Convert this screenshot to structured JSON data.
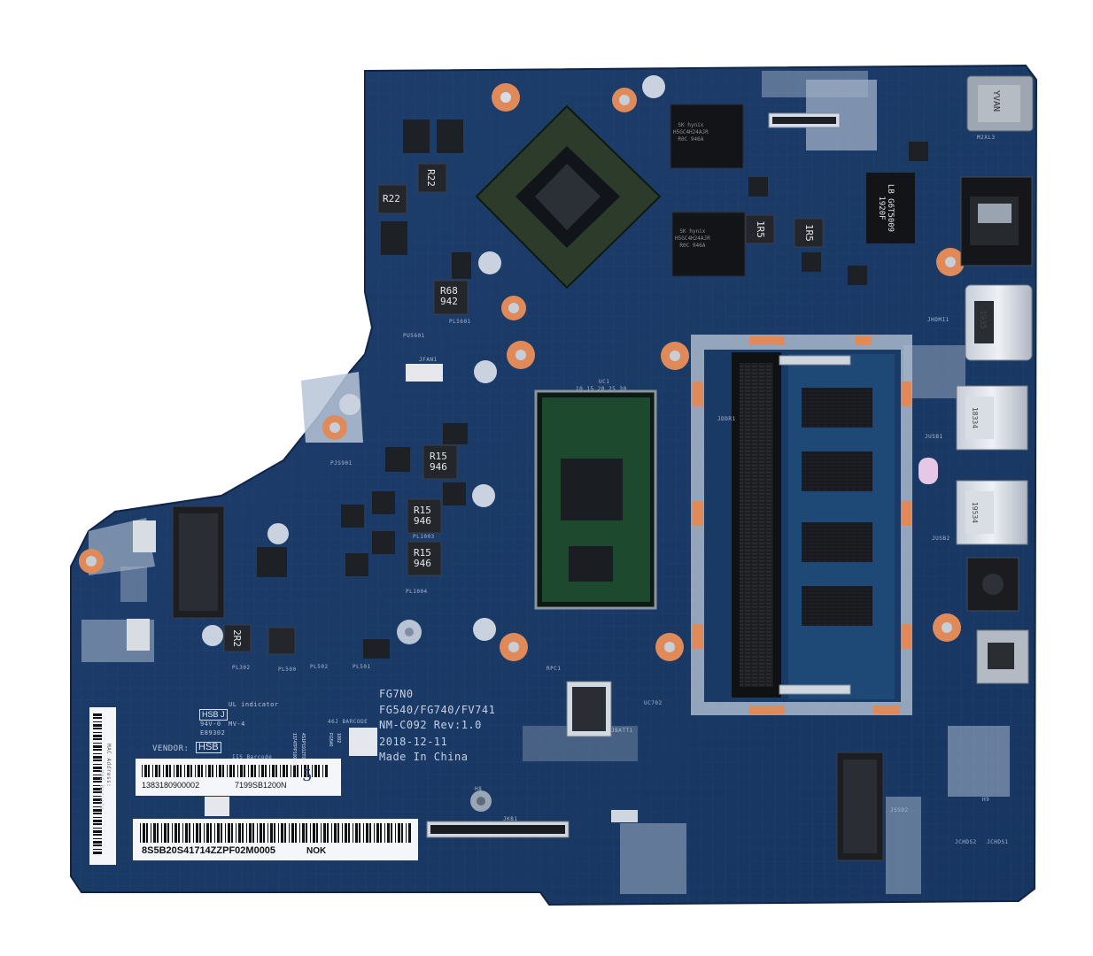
{
  "board": {
    "model_line_1": "FG7N0",
    "model_line_2": "FG540/FG740/FV741",
    "model_line_3": "NM-C092 Rev:1.0",
    "date": "2018-12-11",
    "origin": "Made In China"
  },
  "silkscreen": {
    "ul_indicator": "UL indicator",
    "hsb_j": "HSB J",
    "rating_1": "94V-0",
    "rating_2": "MV-4",
    "ul_code": "E89302",
    "vendor_label": "VENDOR:",
    "vendor_value": "HSB",
    "iis_barcode": "IIS Barcode",
    "barcode_46j": "46J BARCODE",
    "mac_barcode": "MAC Barcode",
    "mac_address_label": "MAC Address:",
    "cpu_grid": "10   15   20   25   30",
    "ref_uc1": "UC1",
    "ref_jddr1": "JDDR1",
    "ref_jfan1": "JFAN1",
    "ref_h8": "H8",
    "ref_jkb1": "JKB1",
    "ref_pl302": "PL302",
    "ref_pl500": "PL500",
    "ref_pl502": "PL502",
    "ref_pl501": "PL501",
    "ref_pl1003": "PL1003",
    "ref_pl1004": "PL1004",
    "ref_pl5601": "PL5601",
    "ref_pu5601": "PU5601",
    "ref_pjs901": "PJS901",
    "ref_jssd2": "JSSD2",
    "ref_jhdmi1": "JHDMI1",
    "ref_jusb1": "JUSB1",
    "ref_jusb2": "JUSB2",
    "ref_m2xl3": "M2XL3",
    "ref_jcpu": "JCHDS2",
    "ref_jchds1": "JCHDS1",
    "ref_h9": "H9",
    "ref_uc702": "UC702",
    "ref_jbatt1": "JBATT1",
    "ref_rpc1": "RPC1"
  },
  "components": {
    "inductor_r22_a": "R22",
    "inductor_r22_b": "R22",
    "inductor_r68": "R68\n942",
    "inductor_r15_a": "R15\n946",
    "inductor_r15_b": "R15\n946",
    "inductor_r15_c": "R15\n946",
    "inductor_2r2": "2R2",
    "inductor_1r5_a": "1R5",
    "inductor_1r5_b": "1R5",
    "lan_transformer": "LB G6T5009\n1920F",
    "usb_c_marking": "1935",
    "usb_a_marking_1": "18334",
    "usb_a_marking_2": "19534",
    "vram_1": "SK hynix\nH5GC4H24AJR\nR0C 946A",
    "vram_2": "SK hynix\nH5GC4H24AJR\nR0C 946A",
    "dc_jack_mark": "YVAN"
  },
  "sticker_top": {
    "serial_left": "1383180900002",
    "serial_right": "7199SB1200N",
    "handwritten": "5"
  },
  "sticker_bottom": {
    "part_number": "8S5B20S41714ZZPF02M0005",
    "status": "NOK"
  },
  "small_label": {
    "line1": "1374TPP100481",
    "line2": "4S1P1912T0A",
    "line3": "FG540",
    "line4": "1002"
  },
  "colors": {
    "pcb": "#1b3a66",
    "pcb_dark": "#132c52",
    "silver_frame": "#b4c2d4",
    "copper_pad": "#e08a5a",
    "chip_black": "#1a1c1e",
    "sticker_white": "#f4f6f9"
  }
}
